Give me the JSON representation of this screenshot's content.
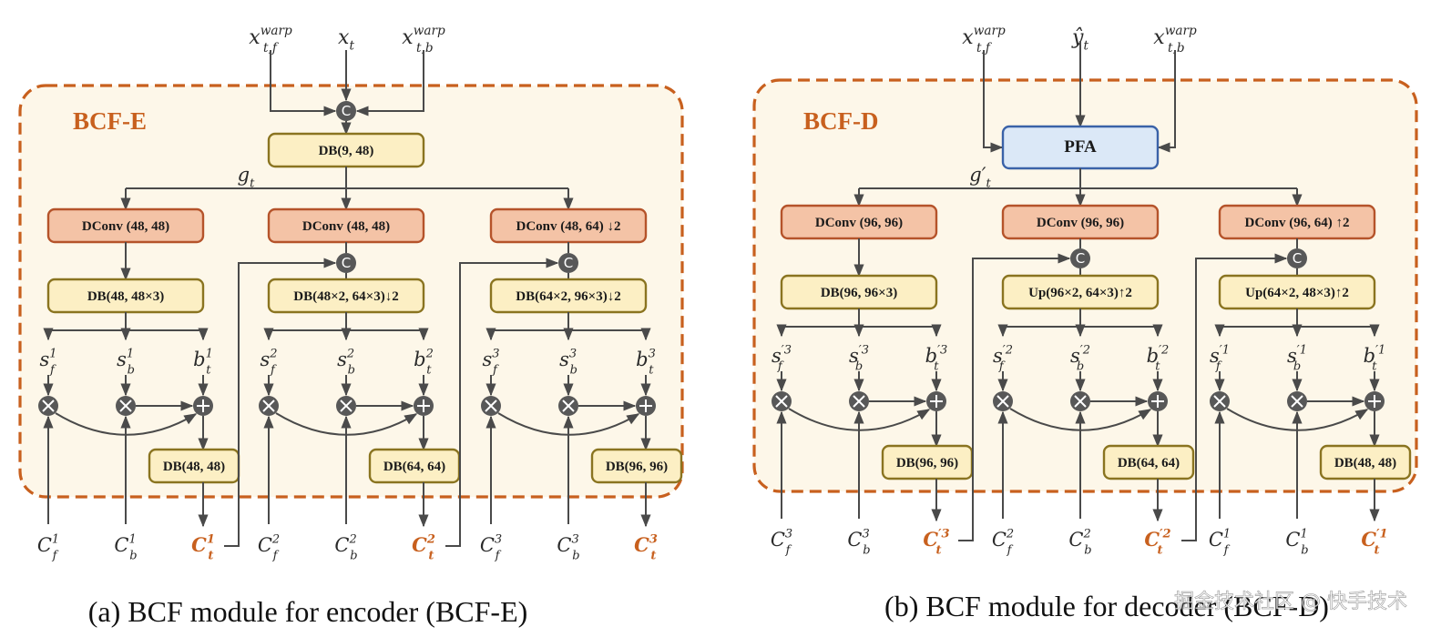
{
  "colors": {
    "module_border": "#c8601e",
    "module_fill": "#fdf7e9",
    "dconv_fill": "#f4c3a6",
    "dconv_border": "#b5532a",
    "db_fill": "#fcefc4",
    "db_border": "#8a7420",
    "pfa_fill": "#dbe8f7",
    "pfa_border": "#3a62a8",
    "line": "#4a4a4a",
    "op_node": "#585858",
    "output_label": "#c8601e"
  },
  "encoder": {
    "module_label": "BCF-E",
    "inputs": [
      {
        "base": "x",
        "sub": "t,f",
        "sup": "warp"
      },
      {
        "base": "x",
        "sub": "t",
        "sup": ""
      },
      {
        "base": "x",
        "sub": "t,b",
        "sup": "warp"
      }
    ],
    "fusion_op": "C",
    "head_block": "DB(9, 48)",
    "shared_feature": {
      "base": "g",
      "sub": "t",
      "prime": false
    },
    "branches": [
      {
        "dconv": "DConv (48, 48)",
        "has_concat": false,
        "db": "DB(48, 48×3)",
        "params": [
          {
            "base": "s",
            "sub": "f",
            "sup": "1"
          },
          {
            "base": "s",
            "sub": "b",
            "sup": "1"
          },
          {
            "base": "b",
            "sub": "t",
            "sup": "1"
          }
        ],
        "ops": [
          "⊗",
          "⊗",
          "⊕"
        ],
        "out_block": "DB(48, 48)",
        "ctx_inputs": [
          {
            "base": "C",
            "sub": "f",
            "sup": "1"
          },
          {
            "base": "C",
            "sub": "b",
            "sup": "1"
          }
        ],
        "output": {
          "base": "C",
          "sub": "t",
          "sup": "1"
        }
      },
      {
        "dconv": "DConv (48, 48)",
        "has_concat": true,
        "db": "DB(48×2, 64×3)↓2",
        "params": [
          {
            "base": "s",
            "sub": "f",
            "sup": "2"
          },
          {
            "base": "s",
            "sub": "b",
            "sup": "2"
          },
          {
            "base": "b",
            "sub": "t",
            "sup": "2"
          }
        ],
        "ops": [
          "⊗",
          "⊗",
          "⊕"
        ],
        "out_block": "DB(64, 64)",
        "ctx_inputs": [
          {
            "base": "C",
            "sub": "f",
            "sup": "2"
          },
          {
            "base": "C",
            "sub": "b",
            "sup": "2"
          }
        ],
        "output": {
          "base": "C",
          "sub": "t",
          "sup": "2"
        }
      },
      {
        "dconv": "DConv (48, 64) ↓2",
        "has_concat": true,
        "db": "DB(64×2, 96×3)↓2",
        "params": [
          {
            "base": "s",
            "sub": "f",
            "sup": "3"
          },
          {
            "base": "s",
            "sub": "b",
            "sup": "3"
          },
          {
            "base": "b",
            "sub": "t",
            "sup": "3"
          }
        ],
        "ops": [
          "⊗",
          "⊗",
          "⊕"
        ],
        "out_block": "DB(96, 96)",
        "ctx_inputs": [
          {
            "base": "C",
            "sub": "f",
            "sup": "3"
          },
          {
            "base": "C",
            "sub": "b",
            "sup": "3"
          }
        ],
        "output": {
          "base": "C",
          "sub": "t",
          "sup": "3"
        }
      }
    ],
    "caption": "(a) BCF module for encoder (BCF-E)"
  },
  "decoder": {
    "module_label": "BCF-D",
    "inputs": [
      {
        "base": "x",
        "sub": "t,f",
        "sup": "warp"
      },
      {
        "base": "ŷ",
        "sub": "t",
        "sup": ""
      },
      {
        "base": "x",
        "sub": "t,b",
        "sup": "warp"
      }
    ],
    "head_block": "PFA",
    "shared_feature": {
      "base": "g",
      "sub": "t",
      "prime": true
    },
    "branches": [
      {
        "dconv": "DConv (96, 96)",
        "has_concat": false,
        "db": "DB(96, 96×3)",
        "params": [
          {
            "base": "s",
            "sub": "f",
            "sup": "′3"
          },
          {
            "base": "s",
            "sub": "b",
            "sup": "′3"
          },
          {
            "base": "b",
            "sub": "t",
            "sup": "′3"
          }
        ],
        "ops": [
          "⊗",
          "⊗",
          "⊕"
        ],
        "out_block": "DB(96, 96)",
        "ctx_inputs": [
          {
            "base": "C",
            "sub": "f",
            "sup": "3"
          },
          {
            "base": "C",
            "sub": "b",
            "sup": "3"
          }
        ],
        "output": {
          "base": "C",
          "sub": "t",
          "sup": "′3"
        }
      },
      {
        "dconv": "DConv (96, 96)",
        "has_concat": true,
        "db": "Up(96×2, 64×3)↑2",
        "params": [
          {
            "base": "s",
            "sub": "f",
            "sup": "′2"
          },
          {
            "base": "s",
            "sub": "b",
            "sup": "′2"
          },
          {
            "base": "b",
            "sub": "t",
            "sup": "′2"
          }
        ],
        "ops": [
          "⊗",
          "⊗",
          "⊕"
        ],
        "out_block": "DB(64, 64)",
        "ctx_inputs": [
          {
            "base": "C",
            "sub": "f",
            "sup": "2"
          },
          {
            "base": "C",
            "sub": "b",
            "sup": "2"
          }
        ],
        "output": {
          "base": "C",
          "sub": "t",
          "sup": "′2"
        }
      },
      {
        "dconv": "DConv (96, 64) ↑2",
        "has_concat": true,
        "db": "Up(64×2, 48×3)↑2",
        "params": [
          {
            "base": "s",
            "sub": "f",
            "sup": "′1"
          },
          {
            "base": "s",
            "sub": "b",
            "sup": "′1"
          },
          {
            "base": "b",
            "sub": "t",
            "sup": "′1"
          }
        ],
        "ops": [
          "⊗",
          "⊗",
          "⊕"
        ],
        "out_block": "DB(48, 48)",
        "ctx_inputs": [
          {
            "base": "C",
            "sub": "f",
            "sup": "1"
          },
          {
            "base": "C",
            "sub": "b",
            "sup": "1"
          }
        ],
        "output": {
          "base": "C",
          "sub": "t",
          "sup": "′1"
        }
      }
    ],
    "caption": "(b) BCF module for decoder (BCF-D)"
  },
  "watermark": "掘金技术社区 @ 快手技术"
}
